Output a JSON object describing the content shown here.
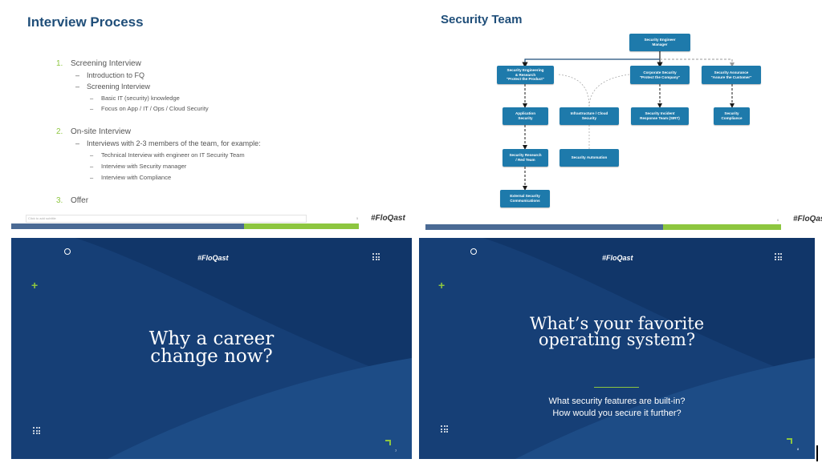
{
  "slide1": {
    "title": "Interview Process",
    "items": [
      {
        "num": "1.",
        "label": "Screening Interview"
      },
      {
        "num": "2.",
        "label": "On-site Interview"
      },
      {
        "num": "3.",
        "label": "Offer"
      }
    ],
    "sub": {
      "intro_fq": "Introduction to FQ",
      "screening": "Screening Interview",
      "basic_it": "Basic IT (security) knowledge",
      "focus": "Focus on App / IT / Ops / Cloud Security",
      "interviews": "Interviews with 2-3 members of the team, for example:",
      "technical": "Technical Interview with engineer on IT Security Team",
      "manager": "Interview with Security manager",
      "compliance": "Interview with Compliance"
    },
    "dash": "–",
    "notes_placeholder": "Click to add subtitle",
    "page_number": "5",
    "logo": "#FloQast"
  },
  "slide2": {
    "title": "Security Team",
    "boxes": {
      "manager": "Security Engineer\nManager",
      "research": "Security Engineering\n& Research\n\"Protect the Product\"",
      "corporate": "Corporate Security\n\"Protect the Company\"",
      "assurance": "Security Assurance\n\"Assure the Customer\"",
      "appsec": "Application\nSecurity",
      "infra": "Infrastructure / Cloud\nSecurity",
      "sirt": "Security Incident\nResponse Team (SIRT)",
      "compliance": "Security\nCompliance",
      "redteam": "Security Research\n/ Red Team",
      "automation": "Security Automation",
      "external": "External Security\nCommunications"
    },
    "page_number": "6",
    "logo": "#FloQast"
  },
  "slide3": {
    "logo": "#FloQast",
    "question_line1": "Why a career",
    "question_line2": "change now?",
    "page_number": "7"
  },
  "slide4": {
    "logo": "#FloQast",
    "question_line1": "What’s your favorite",
    "question_line2": "operating system?",
    "sub_line1": "What security features are built-in?",
    "sub_line2": "How would you secure it further?",
    "page_number": "8"
  },
  "colors": {
    "accent_green": "#8dc63f",
    "navy": "#113669",
    "title_blue": "#1f4e79",
    "box_blue": "#1e7aab",
    "footer_blue": "#4a6a94"
  }
}
